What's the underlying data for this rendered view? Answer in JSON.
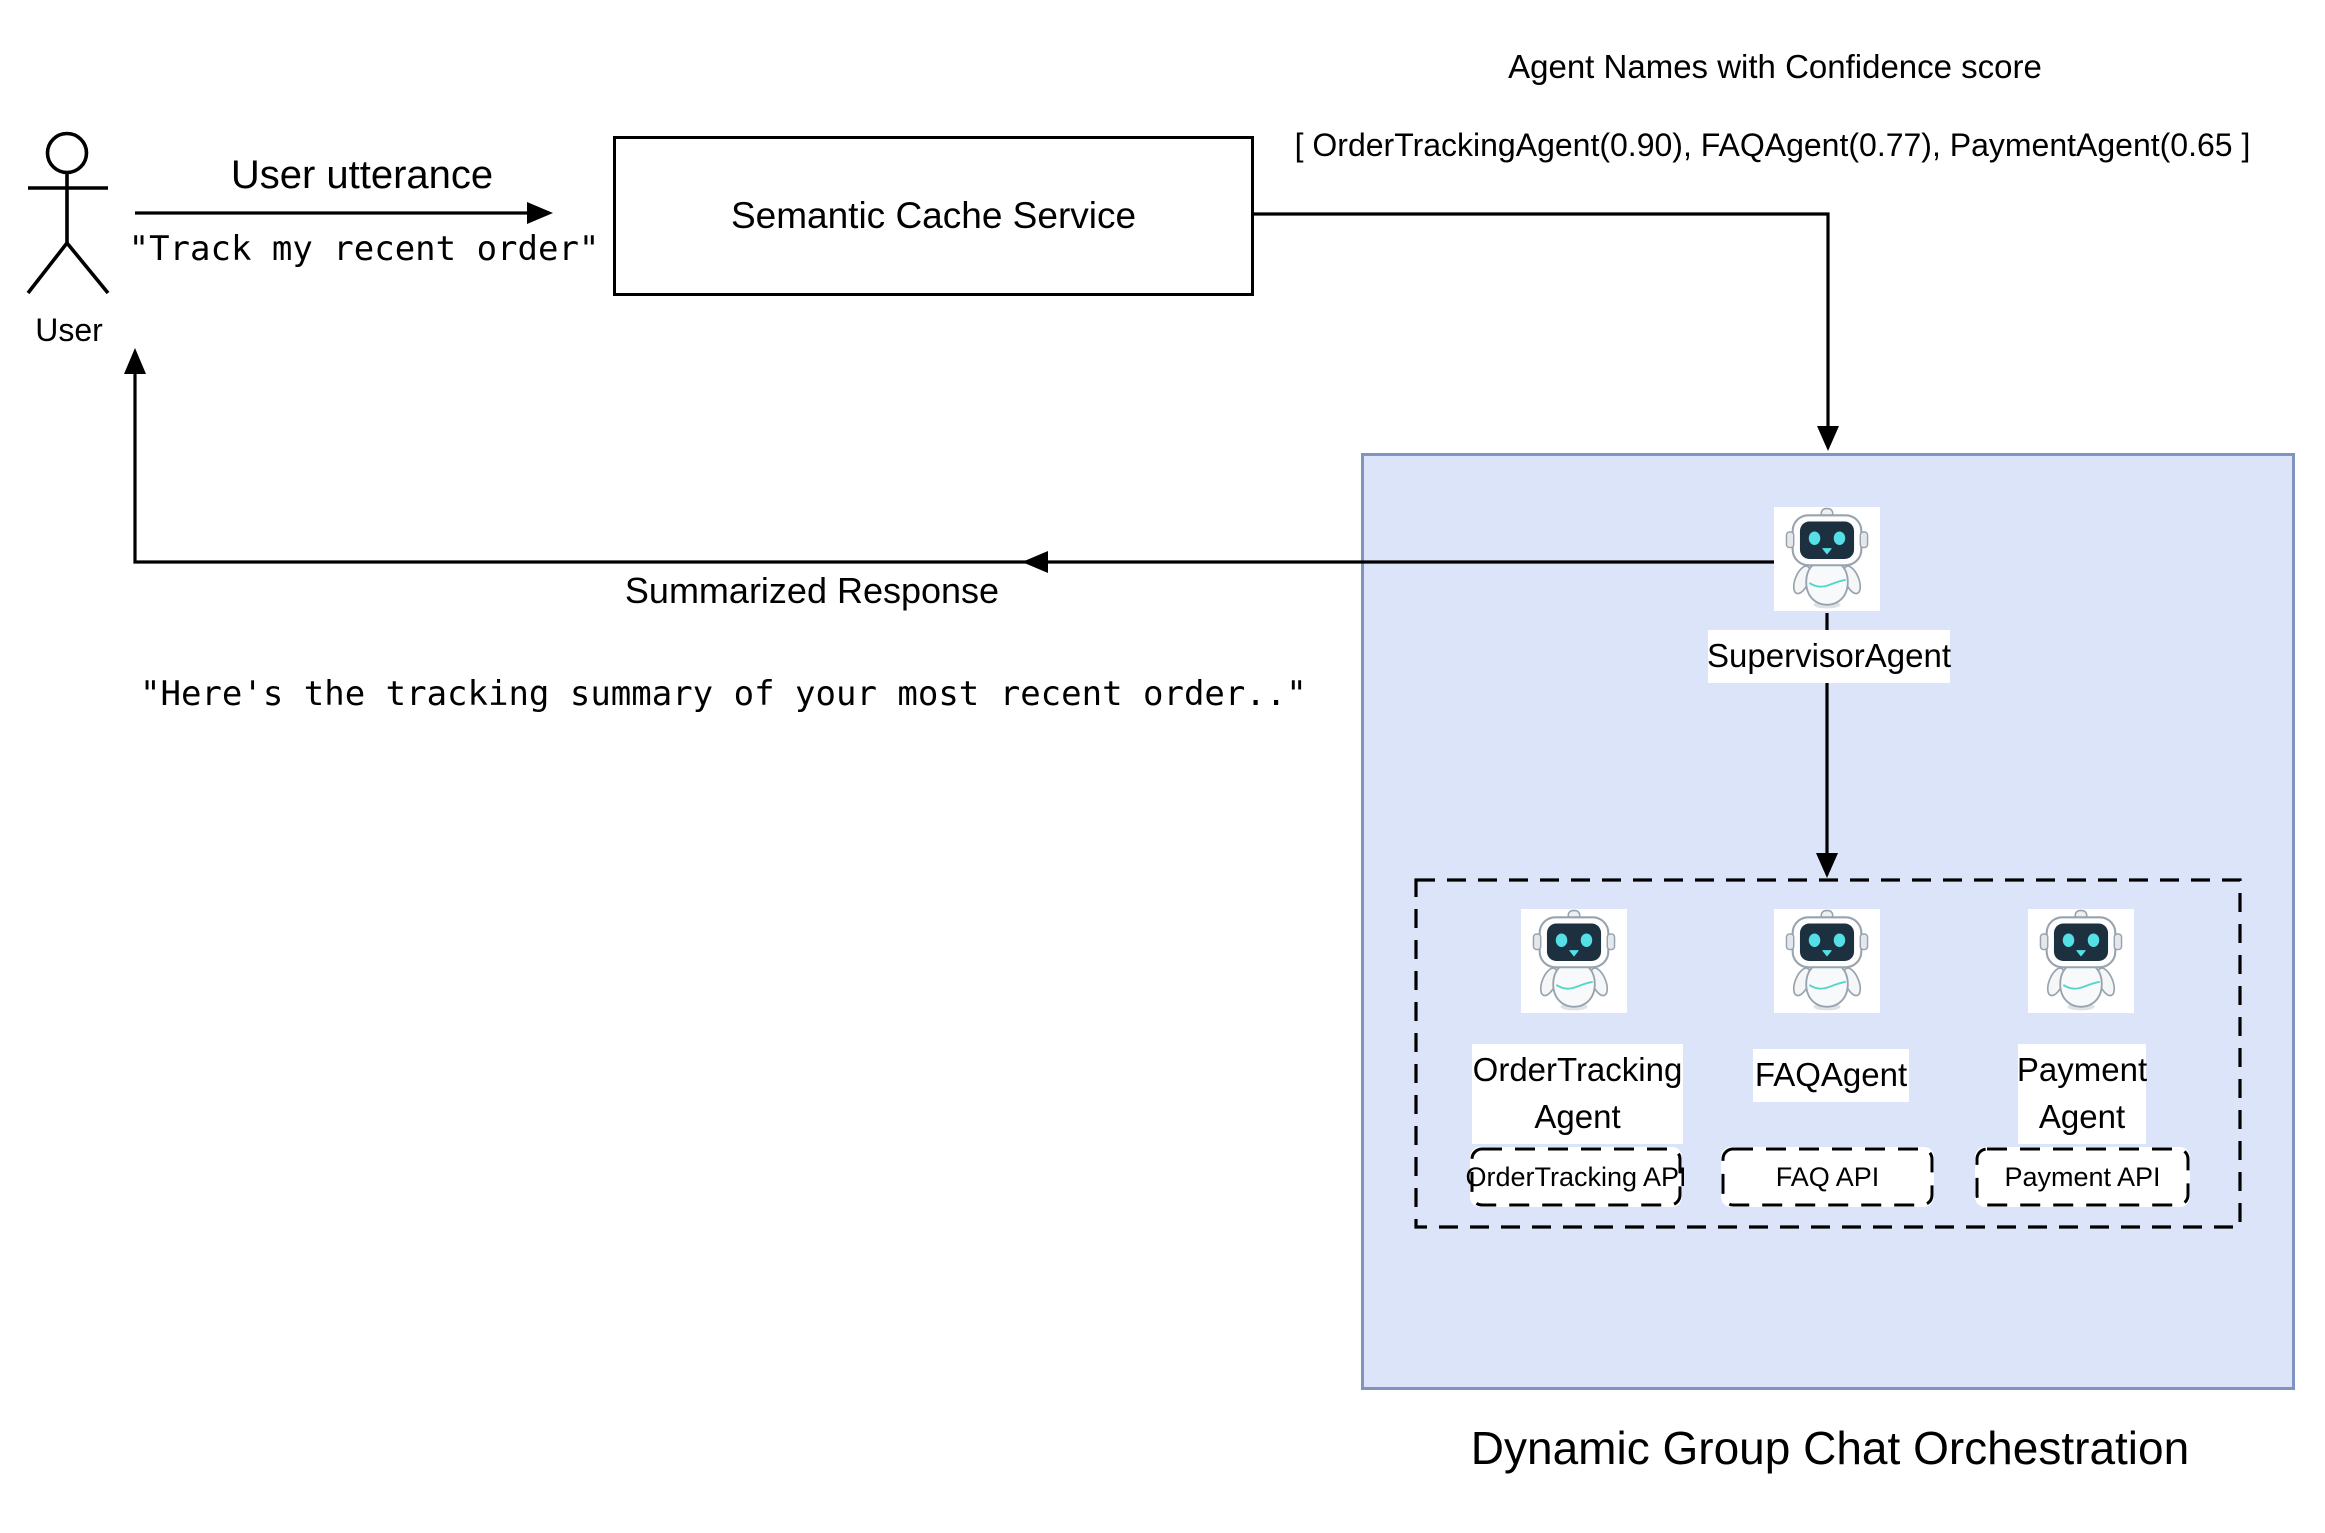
{
  "diagram": {
    "user": {
      "label": "User"
    },
    "request": {
      "arrow_label": "User utterance",
      "quote": "\"Track my recent order\""
    },
    "cache_box": {
      "label": "Semantic Cache Service"
    },
    "routing": {
      "heading": "Agent Names with Confidence score",
      "agent_list": "[ OrderTrackingAgent(0.90), FAQAgent(0.77), PaymentAgent(0.65 ]"
    },
    "response": {
      "arrow_label": "Summarized Response",
      "quote": "\"Here's the tracking summary of your most recent order..\""
    },
    "orchestration": {
      "title": "Dynamic Group Chat Orchestration",
      "supervisor": {
        "label": "SupervisorAgent"
      },
      "agents": [
        {
          "label_lines": [
            "OrderTracking",
            "Agent"
          ],
          "api": "OrderTracking API"
        },
        {
          "label_lines": [
            "FAQAgent"
          ],
          "api": "FAQ API"
        },
        {
          "label_lines": [
            "Payment",
            "Agent"
          ],
          "api": "Payment API"
        }
      ]
    },
    "colors": {
      "panel_fill": "#dbe4f8",
      "panel_border": "#7f95c0",
      "line": "#000000",
      "robot_face": "#1c3040",
      "robot_accent": "#54e0e6"
    }
  }
}
